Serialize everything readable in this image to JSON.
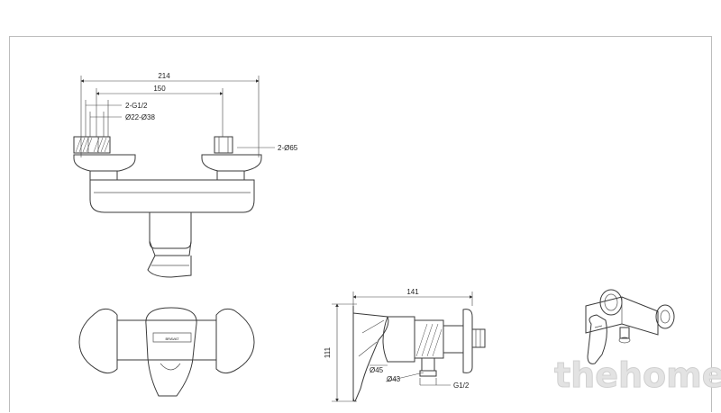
{
  "front_view": {
    "dim_width_total": "214",
    "dim_width_centers": "150",
    "dim_thread": "2-G1/2",
    "dim_adjust": "Ø22-Ø38",
    "dim_flange": "2-Ø65"
  },
  "side_view": {
    "dim_depth": "141",
    "dim_height": "111",
    "dim_d45": "Ø45",
    "dim_d43": "Ø43",
    "dim_outlet": "G1/2"
  },
  "top_view": {
    "brand_mark": "BRAVAT"
  },
  "watermark": "thehome"
}
